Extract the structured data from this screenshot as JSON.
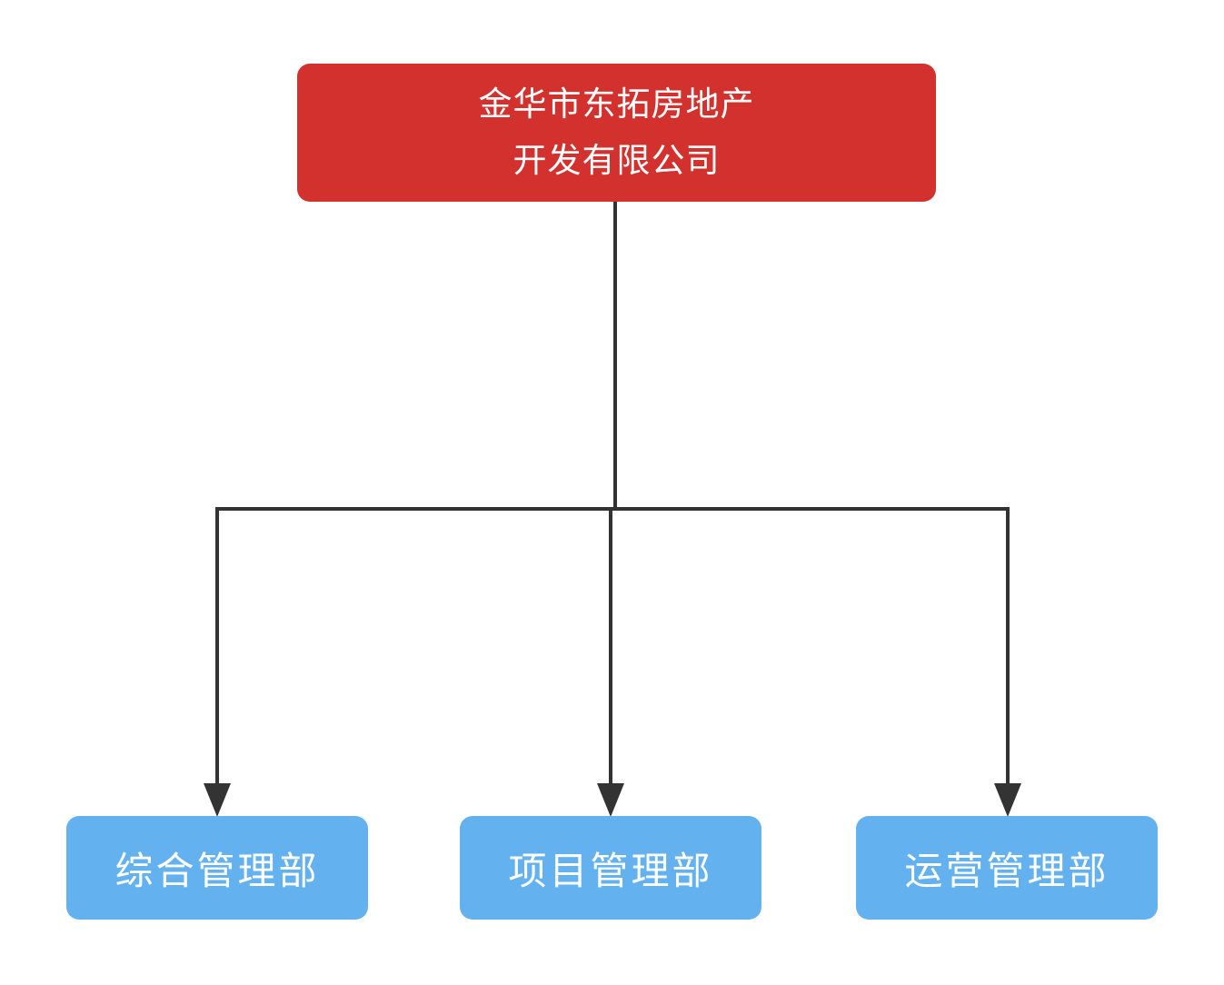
{
  "diagram": {
    "title": "organization-chart",
    "root": {
      "label_line1": "金华市东拓房地产",
      "label_line2": "开发有限公司"
    },
    "children": [
      {
        "label": "综合管理部"
      },
      {
        "label": "项目管理部"
      },
      {
        "label": "运营管理部"
      }
    ]
  },
  "colors": {
    "root_bg": "#d3312d",
    "child_bg": "#63b1ef",
    "connector": "#333333",
    "node_text": "#ffffff",
    "page_bg": "#ffffff"
  }
}
